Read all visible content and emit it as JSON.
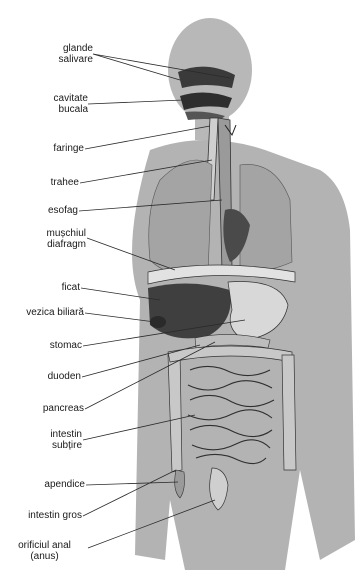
{
  "labels": {
    "glande_salivare": [
      "glande",
      "salivare"
    ],
    "cavitate_bucala": [
      "cavitate",
      "bucala"
    ],
    "faringe": "faringe",
    "trahee": "trahee",
    "esofag": "esofag",
    "muschiul_diafragm": [
      "mușchiul",
      "diafragm"
    ],
    "ficat": "ficat",
    "vezica_biliara": "vezica biliară",
    "stomac": "stomac",
    "duoden": "duoden",
    "pancreas": "pancreas",
    "intestin_subtire": [
      "intestin",
      "subțire"
    ],
    "apendice": "apendice",
    "intestin_gros": "intestin gros",
    "orificiul_anal": [
      "orificiul anal",
      "(anus)"
    ]
  },
  "colors": {
    "body_fill": "#b5b5b5",
    "organ_dark": "#3c3c3c",
    "organ_mid": "#8a8a8a",
    "organ_light": "#dcdcdc",
    "line": "#2a2a2a"
  }
}
